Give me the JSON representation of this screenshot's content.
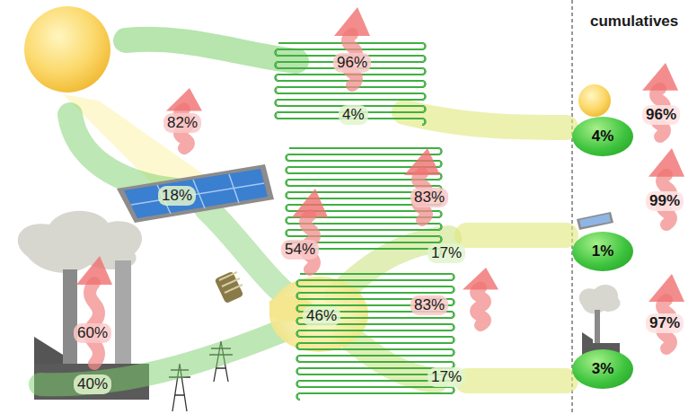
{
  "diagram": {
    "nodes": [
      {
        "text": [
          "4%"
        ]
      },
      {
        "text": [
          "1%"
        ]
      },
      {
        "text": [
          "3%"
        ]
      }
    ],
    "labels": [
      "cumulatives",
      "96%",
      "4%",
      "82%",
      "18%",
      "83%",
      "54%",
      "17%",
      "83%",
      "46%",
      "60%",
      "17%",
      "40%",
      "96%",
      "99%",
      "97%"
    ]
  }
}
